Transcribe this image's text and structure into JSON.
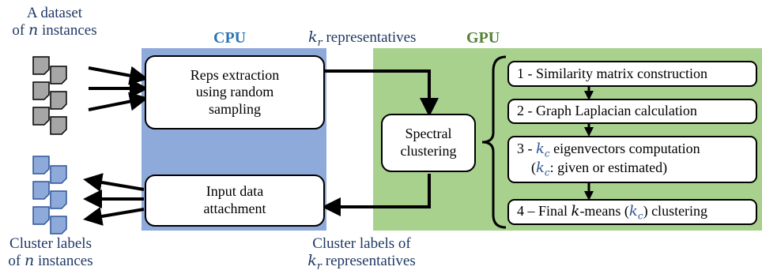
{
  "labels": {
    "dataset_line1": "A dataset",
    "dataset_line2_pre": "of ",
    "dataset_line2_var": "n",
    "dataset_line2_post": " instances",
    "cpu": "CPU",
    "gpu": "GPU",
    "kr_var": "k",
    "kr_sub": "r",
    "kr_rest": " representatives",
    "cluster_labels_line1": "Cluster labels",
    "cluster_labels_line2_pre": "of ",
    "cluster_labels_line2_var": "n",
    "cluster_labels_line2_post": " instances",
    "bottom_line1": "Cluster labels of",
    "bottom_line2_var": "k",
    "bottom_line2_sub": "r",
    "bottom_line2_rest": " representatives"
  },
  "boxes": {
    "reps_line1": "Reps extraction",
    "reps_line2": "using random",
    "reps_line3": "sampling",
    "input_line1": "Input data",
    "input_line2": "attachment",
    "spectral_line1": "Spectral",
    "spectral_line2": "clustering"
  },
  "steps": {
    "s1": "1 - Similarity matrix construction",
    "s2": "2 - Graph Laplacian calculation",
    "s3_pre": "3 - ",
    "s3_var": "k",
    "s3_sub": "c",
    "s3_post": " eigenvectors computation",
    "s3b_open": "(",
    "s3b_var": "k",
    "s3b_sub": "c",
    "s3b_post": ": given or estimated)",
    "s4_pre": "4 – Final ",
    "s4_var": "k",
    "s4_mid": "-means (",
    "s4_var2": "k",
    "s4_sub": "c",
    "s4_post": ") clustering"
  },
  "colors": {
    "cpu_panel": "#8eaadb",
    "gpu_panel": "#a9d18e",
    "header_cpu": "#2e75b6",
    "header_gpu": "#548235",
    "label_text": "#1f3864",
    "doc_gray": "#a6a6a6",
    "doc_blue": "#8eaadb"
  },
  "icons": {
    "input_docs": "document-stack-gray",
    "output_docs": "document-stack-blue"
  }
}
